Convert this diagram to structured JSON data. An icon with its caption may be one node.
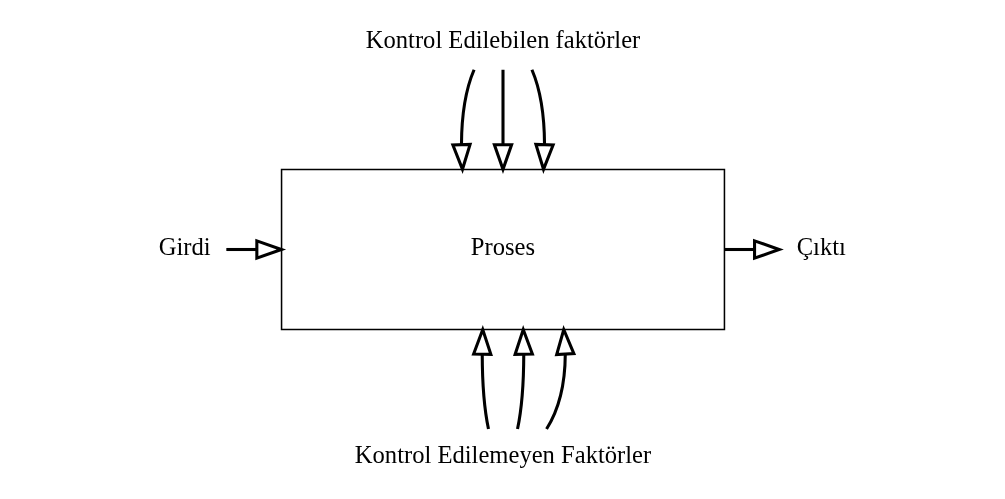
{
  "diagram": {
    "nodes": [
      {
        "text": [
          "Proses"
        ]
      },
      {
        "text": [
          "Girdi"
        ]
      },
      {
        "text": [
          "Çıktı"
        ]
      },
      {
        "text": [
          "Kontrol Edilebilen faktörler"
        ]
      },
      {
        "text": [
          "Kontrol Edilemeyen Faktörler"
        ]
      }
    ],
    "edges": [
      {
        "from": 1,
        "to": 0,
        "arrow": "to"
      },
      {
        "from": 0,
        "to": 2,
        "arrow": "to"
      },
      {
        "from": 3,
        "to": 0,
        "arrow": "to"
      },
      {
        "from": 3,
        "to": 0,
        "arrow": "to"
      },
      {
        "from": 3,
        "to": 0,
        "arrow": "to"
      },
      {
        "from": 4,
        "to": 0,
        "arrow": "to"
      },
      {
        "from": 4,
        "to": 0,
        "arrow": "to"
      },
      {
        "from": 4,
        "to": 0,
        "arrow": "to"
      }
    ]
  }
}
